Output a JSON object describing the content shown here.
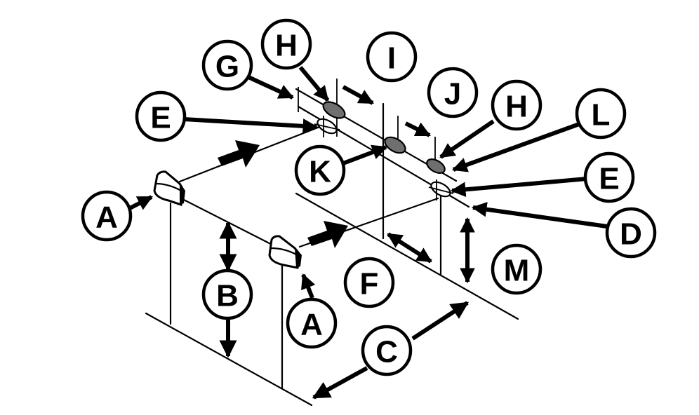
{
  "labels": {
    "A": "A",
    "B": "B",
    "C": "C",
    "D": "D",
    "E": "E",
    "F": "F",
    "G": "G",
    "H": "H",
    "I": "I",
    "J": "J",
    "K": "K",
    "L": "L",
    "M": "M"
  },
  "colors": {
    "ink": "#000000",
    "paper": "#ffffff",
    "marker_fill": "#6f6f6f"
  }
}
